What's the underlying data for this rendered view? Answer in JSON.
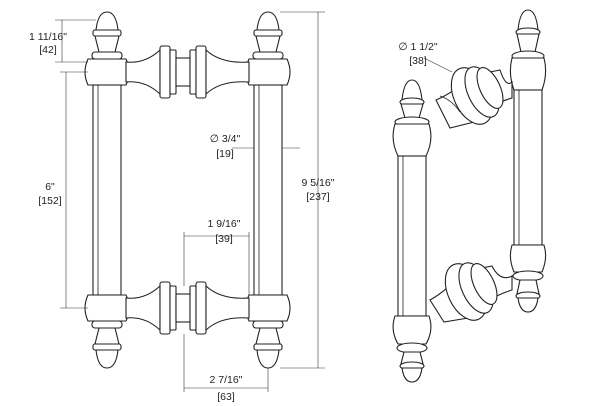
{
  "dimensions": {
    "cap_height": {
      "imperial": "1 11/16\"",
      "metric": "[42]"
    },
    "center_to_center": {
      "imperial": "6\"",
      "metric": "[152]"
    },
    "bar_diameter": {
      "imperial": "∅ 3/4\"",
      "metric": "[19]"
    },
    "overall_length": {
      "imperial": "9 5/16\"",
      "metric": "[237]"
    },
    "standoff": {
      "imperial": "1 9/16\"",
      "metric": "[39]"
    },
    "projection": {
      "imperial": "2 7/16\"",
      "metric": "[63]"
    },
    "base_diameter": {
      "imperial": "∅ 1 1/2\"",
      "metric": "[38]"
    }
  }
}
